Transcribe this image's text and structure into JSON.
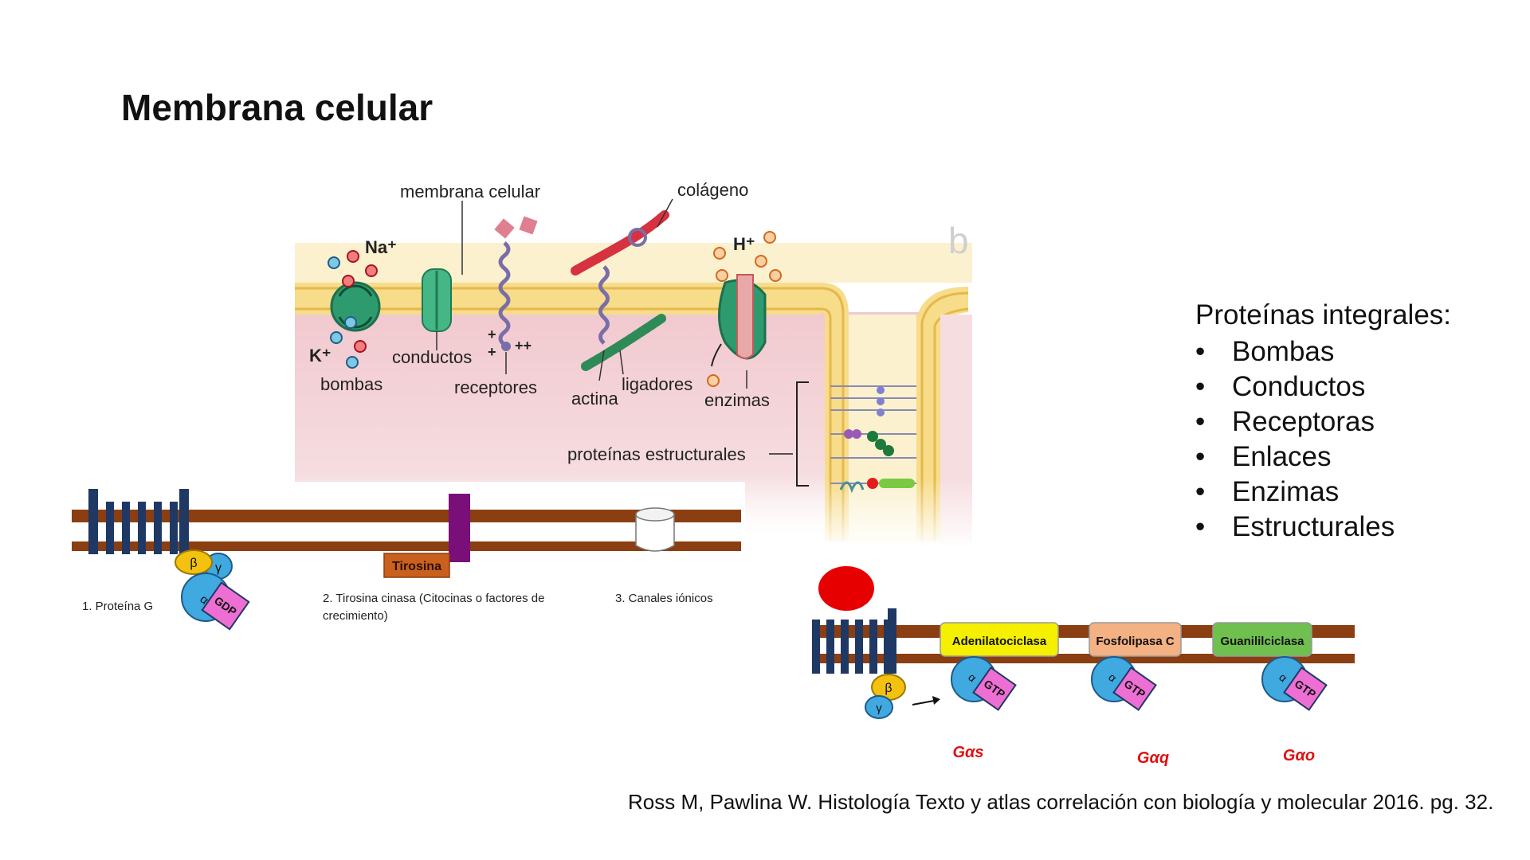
{
  "slide": {
    "title": "Membrana celular",
    "reference": "Ross M, Pawlina W.  Histología Texto y atlas  correlación con biología y molecular 2016. pg. 32."
  },
  "top_figure": {
    "panel_letter": "b",
    "labels": {
      "membrane": "membrana celular",
      "collagen": "colágeno",
      "na": "Na⁺",
      "k": "K⁺",
      "h": "H⁺",
      "pumps": "bombas",
      "channels": "conductos",
      "receptors": "receptores",
      "actin": "actina",
      "linkers": "ligadores",
      "enzymes": "enzimas",
      "structural": "proteínas estructurales",
      "plus_1": "+",
      "plus_2": "+",
      "plus_3": "++"
    }
  },
  "receptor_types": {
    "g_protein": "1. Proteína G",
    "tyrosine_kinase": "2. Tirosina cinasa (Citocinas o factores de",
    "tyrosine_kinase_line2": "crecimiento)",
    "ion_channels": "3. Canales iónicos",
    "tyrosine_box": "Tirosina",
    "beta": "β",
    "gamma": "γ",
    "alpha": "α",
    "gdp": "GDP"
  },
  "g_protein_figure": {
    "beta": "β",
    "gamma": "γ",
    "effectors": [
      {
        "name": "Adenilatociclasa",
        "subunit": "Gαs",
        "gtp": "GTP",
        "alpha": "α",
        "color": "#f5f000"
      },
      {
        "name": "Fosfolipasa C",
        "subunit": "Gαq",
        "gtp": "GTP",
        "alpha": "α",
        "color": "#f4b183"
      },
      {
        "name": "Guanililciclasa",
        "subunit": "Gαo",
        "gtp": "GTP",
        "alpha": "α",
        "color": "#70c050"
      }
    ]
  },
  "integral_proteins": {
    "heading": "Proteínas integrales:",
    "bullet": "•",
    "items": [
      "Bombas",
      "Conductos",
      "Receptoras",
      "Enlaces",
      "Enzimas",
      "Estructurales"
    ]
  },
  "colors": {
    "membrane_brown": "#8b3e12",
    "receptor_navy": "#1f3864",
    "cytoplasm_pink": "#f3d3d8",
    "membrane_yellow": "#f7dc8a",
    "ligand_red": "#e00000",
    "subunit_red": "#e01010"
  }
}
